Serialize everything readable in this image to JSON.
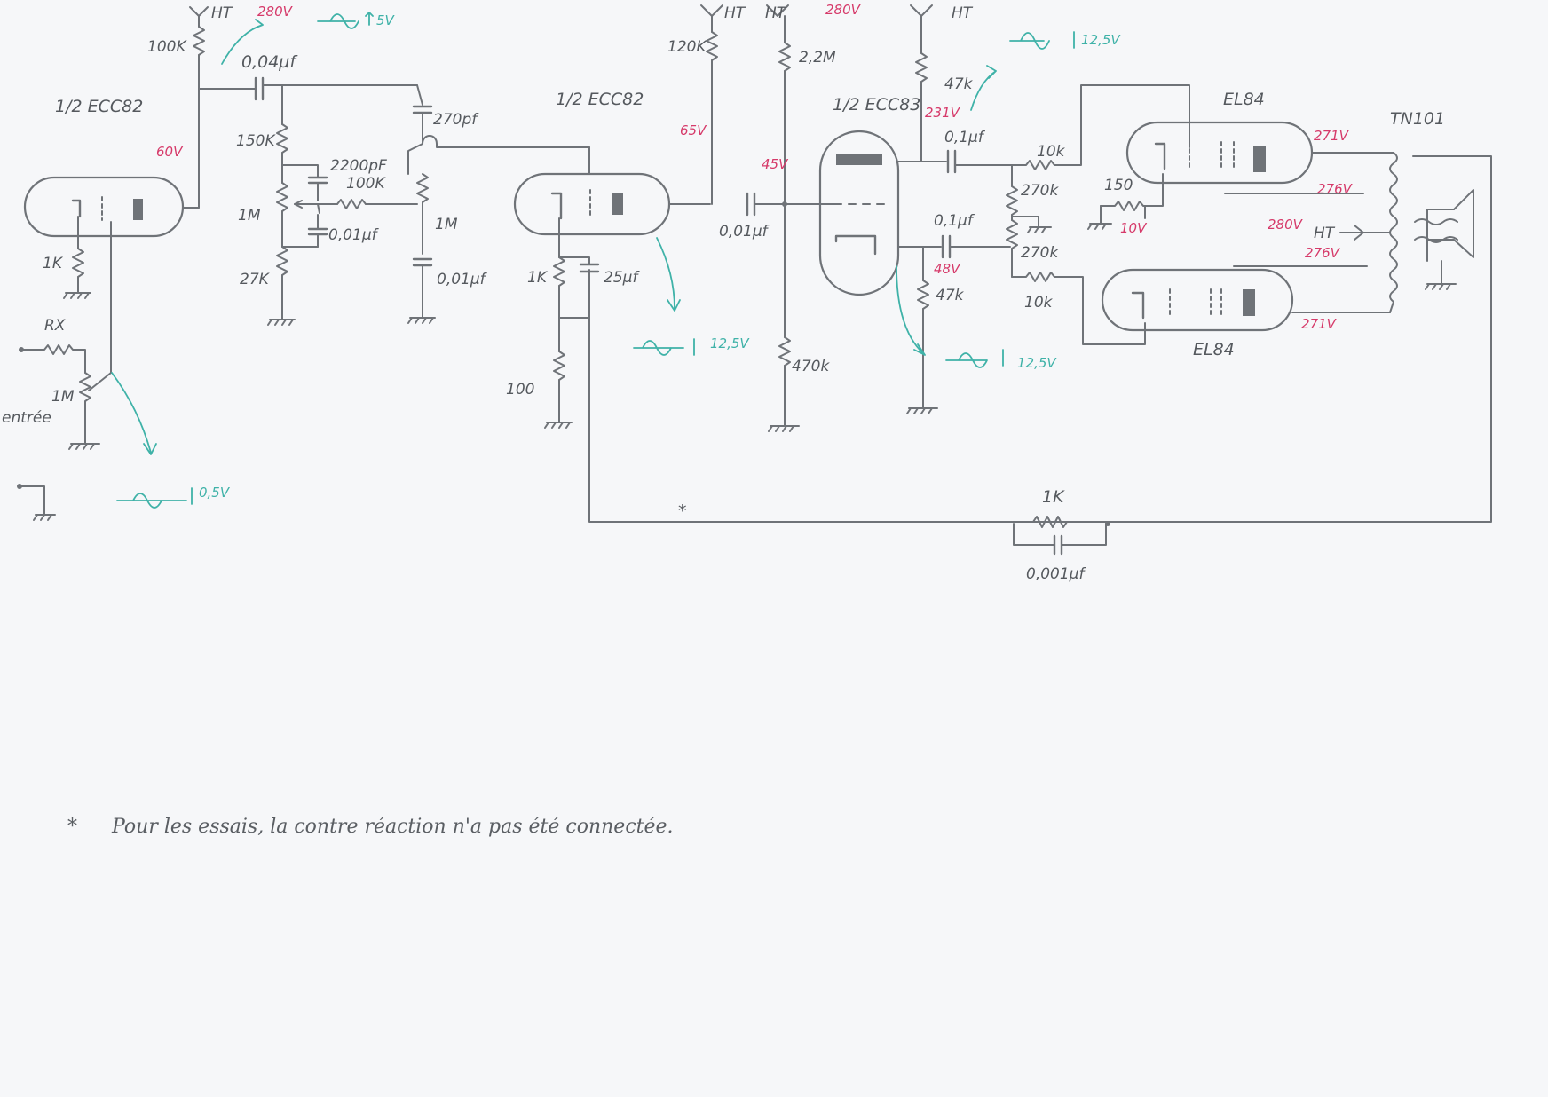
{
  "labels": {
    "tube1": "1/2 ECC82",
    "tube2": "1/2 ECC82",
    "tube3": "1/2 ECC83",
    "el84_top": "EL84",
    "el84_bottom": "EL84",
    "transformer": "TN101",
    "ht1": "HT",
    "ht2": "HT",
    "ht3": "HT",
    "ht4": "HT",
    "ht5": "HT",
    "rx": "RX",
    "entree": "entrée",
    "r_100k_plate": "100K",
    "c_004": "0,04µf",
    "r_150k": "150K",
    "c_2200pf": "2200pF",
    "r_100k_tone": "100K",
    "pot_1m_a": "1M",
    "c_001_a": "0,01µf",
    "r_27k": "27K",
    "c_270pf": "270pf",
    "pot_1m_b": "1M",
    "c_001_b": "0,01µf",
    "r_1k_cath1": "1K",
    "pot_1m_in": "1M",
    "r_120k": "120K",
    "r_2_2m": "2,2M",
    "c_001_c": "0,01µf",
    "r_470k": "470k",
    "r_1k_cath2": "1K",
    "c_25uf": "25µf",
    "r_100": "100",
    "r_47k_top": "47k",
    "c_01_a": "0,1µf",
    "r_10k_a": "10k",
    "r_270k_a": "270k",
    "c_01_b": "0,1µf",
    "r_270k_b": "270k",
    "r_47k_bot": "47k",
    "r_10k_b": "10k",
    "r_150": "150",
    "r_fb_1k": "1K",
    "c_fb": "0,001µf",
    "asterisk": "*",
    "footnote": "Pour les essais, la contre réaction n'a pas été connectée."
  },
  "voltages": {
    "v280_1": "280V",
    "v60": "60V",
    "v280_2": "280V",
    "v65": "65V",
    "v45": "45V",
    "v231": "231V",
    "v48": "48V",
    "v10": "10V",
    "v271_top": "271V",
    "v276_top": "276V",
    "v280_out": "280V",
    "v276_bot": "276V",
    "v271_bot": "271V"
  },
  "signals": {
    "s5": "5V",
    "s12_5_a": "12,5V",
    "s12_5_b": "12,5V",
    "s12_5_c": "12,5V",
    "s0_5": "0,5V"
  },
  "colors": {
    "pencil": "#6f7378",
    "voltage_ink": "#d63a6a",
    "signal_ink": "#3fb2a8"
  }
}
